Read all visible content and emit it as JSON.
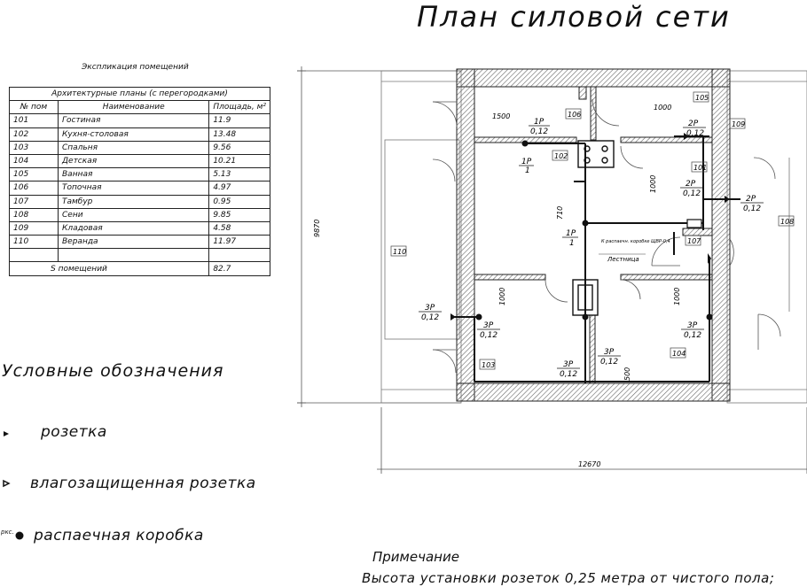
{
  "title": "План силовой сети",
  "explication": {
    "caption": "Экспликация помещений",
    "header": "Архитектурные планы   (с перегородками)",
    "col_num": "№ пом",
    "col_name": "Наименование",
    "col_area": "Площадь, м²",
    "rows": [
      {
        "num": "101",
        "name": "Гостиная",
        "area": "11.9"
      },
      {
        "num": "102",
        "name": "Кухня-столовая",
        "area": "13.48"
      },
      {
        "num": "103",
        "name": "Спальня",
        "area": "9.56"
      },
      {
        "num": "104",
        "name": "Детская",
        "area": "10.21"
      },
      {
        "num": "105",
        "name": "Ванная",
        "area": "5.13"
      },
      {
        "num": "106",
        "name": "Топочная",
        "area": "4.97"
      },
      {
        "num": "107",
        "name": "Тамбур",
        "area": "0.95"
      },
      {
        "num": "108",
        "name": "Сени",
        "area": "9.85"
      },
      {
        "num": "109",
        "name": "Кладовая",
        "area": "4.58"
      },
      {
        "num": "110",
        "name": "Веранда",
        "area": "11.97"
      }
    ],
    "total_label": "S помещений",
    "total_value": "82.7"
  },
  "legend": {
    "title": "Условные обозначения",
    "socket": "розетка",
    "waterproof_socket": "влагозащищенная розетка",
    "junction_box": "распаечная коробка",
    "junction_abbr": "ркс."
  },
  "note": {
    "title": "Примечание",
    "text": "Высота установки розеток 0,25 метра от чистого пола;"
  },
  "plan": {
    "dim_width": "12670",
    "dim_height": "9870",
    "dims": [
      "1500",
      "1000",
      "1000",
      "710",
      "1000",
      "1000",
      "500"
    ],
    "room_tags": [
      "106",
      "105",
      "109",
      "102",
      "101",
      "108",
      "110",
      "107",
      "103",
      "104"
    ],
    "circuits": {
      "c1": "1Р",
      "c1_load": "0,12",
      "c2": "2Р",
      "c2_load": "0,12",
      "c3": "3Р",
      "c3_load": "0,12",
      "line1": "1Р",
      "line1_sub": "1"
    },
    "panel_label": "Лестница",
    "panel_note": "К распаечн. коробке ЩВР-0,4"
  }
}
